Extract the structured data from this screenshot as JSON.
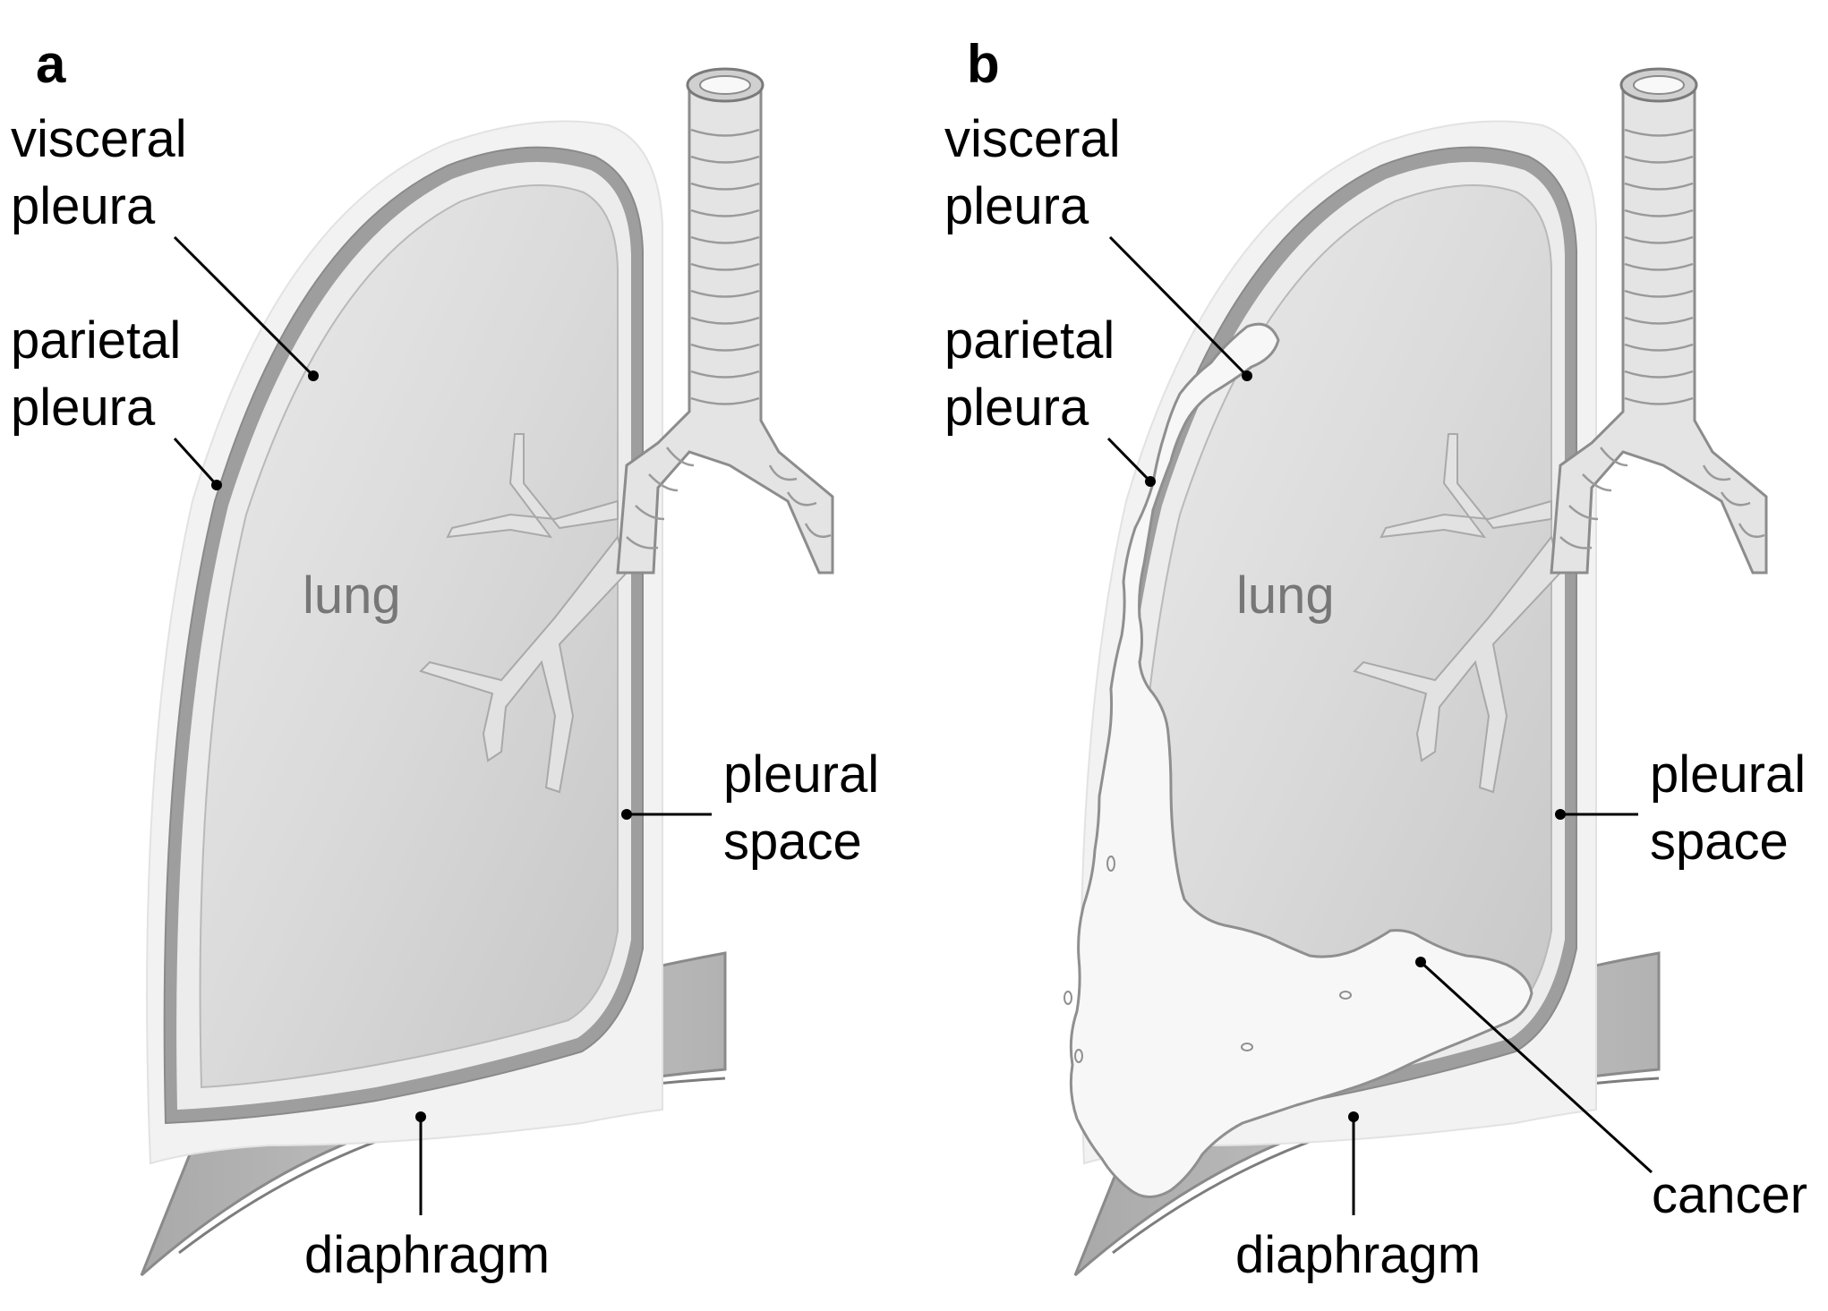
{
  "panels": [
    {
      "letter": "a",
      "labels": {
        "visceral_1": "visceral",
        "visceral_2": "pleura",
        "parietal_1": "parietal",
        "parietal_2": "pleura",
        "lung": "lung",
        "pleural_1": "pleural",
        "pleural_2": "space",
        "diaphragm": "diaphragm"
      }
    },
    {
      "letter": "b",
      "labels": {
        "visceral_1": "visceral",
        "visceral_2": "pleura",
        "parietal_1": "parietal",
        "parietal_2": "pleura",
        "lung": "lung",
        "pleural_1": "pleural",
        "pleural_2": "space",
        "diaphragm": "diaphragm",
        "cancer": "cancer"
      }
    }
  ],
  "colors": {
    "outer_membrane": "#f2f2f2",
    "pleura_band": "#9e9e9e",
    "pleural_space": "#e9e9e9",
    "lung_fill": "#d8d8d8",
    "diaphragm_fill": "#b9b9b9",
    "cancer_fill": "#f7f7f7",
    "trachea_fill": "#e4e4e4"
  }
}
